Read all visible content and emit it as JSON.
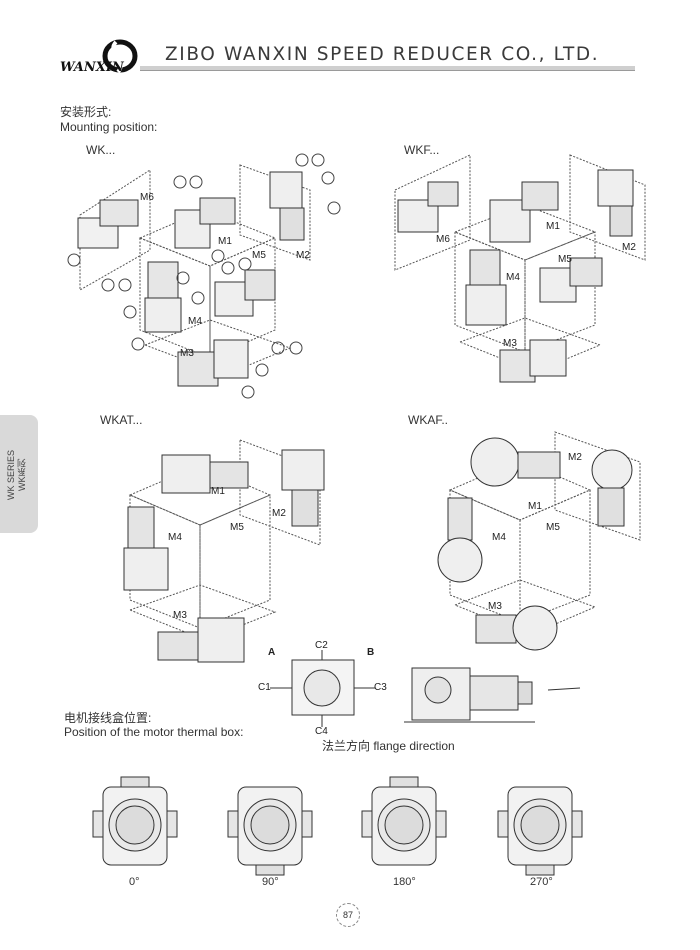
{
  "header": {
    "logo_text": "WANXIN",
    "company": "ZIBO WANXIN SPEED REDUCER CO., LTD."
  },
  "mounting": {
    "title_cn": "安装形式:",
    "title_en": "Mounting position:"
  },
  "diagrams": {
    "wk": {
      "title": "WK...",
      "labels": [
        "M6",
        "M1",
        "M5",
        "M2",
        "M4",
        "M3"
      ]
    },
    "wkf": {
      "title": "WKF...",
      "labels": [
        "M6",
        "M1",
        "M4",
        "M5",
        "M2",
        "M3"
      ]
    },
    "wkat": {
      "title": "WKAT...",
      "labels": [
        "M1",
        "M5",
        "M2",
        "M4",
        "M3"
      ]
    },
    "wkaf": {
      "title": "WKAF..",
      "labels": [
        "M2",
        "M1",
        "M5",
        "M4",
        "M3"
      ]
    }
  },
  "side_tab": {
    "line1": "WK SERIES",
    "line2": "WK系列"
  },
  "flange": {
    "a": "A",
    "b": "B",
    "c1": "C1",
    "c2": "C2",
    "c3": "C3",
    "c4": "C4",
    "caption": "法兰方向  flange direction"
  },
  "thermal": {
    "title_cn": "电机接线盒位置:",
    "title_en": "Position of the motor thermal box:",
    "angles": [
      "0°",
      "90°",
      "180°",
      "270°"
    ]
  },
  "page_number": "87"
}
